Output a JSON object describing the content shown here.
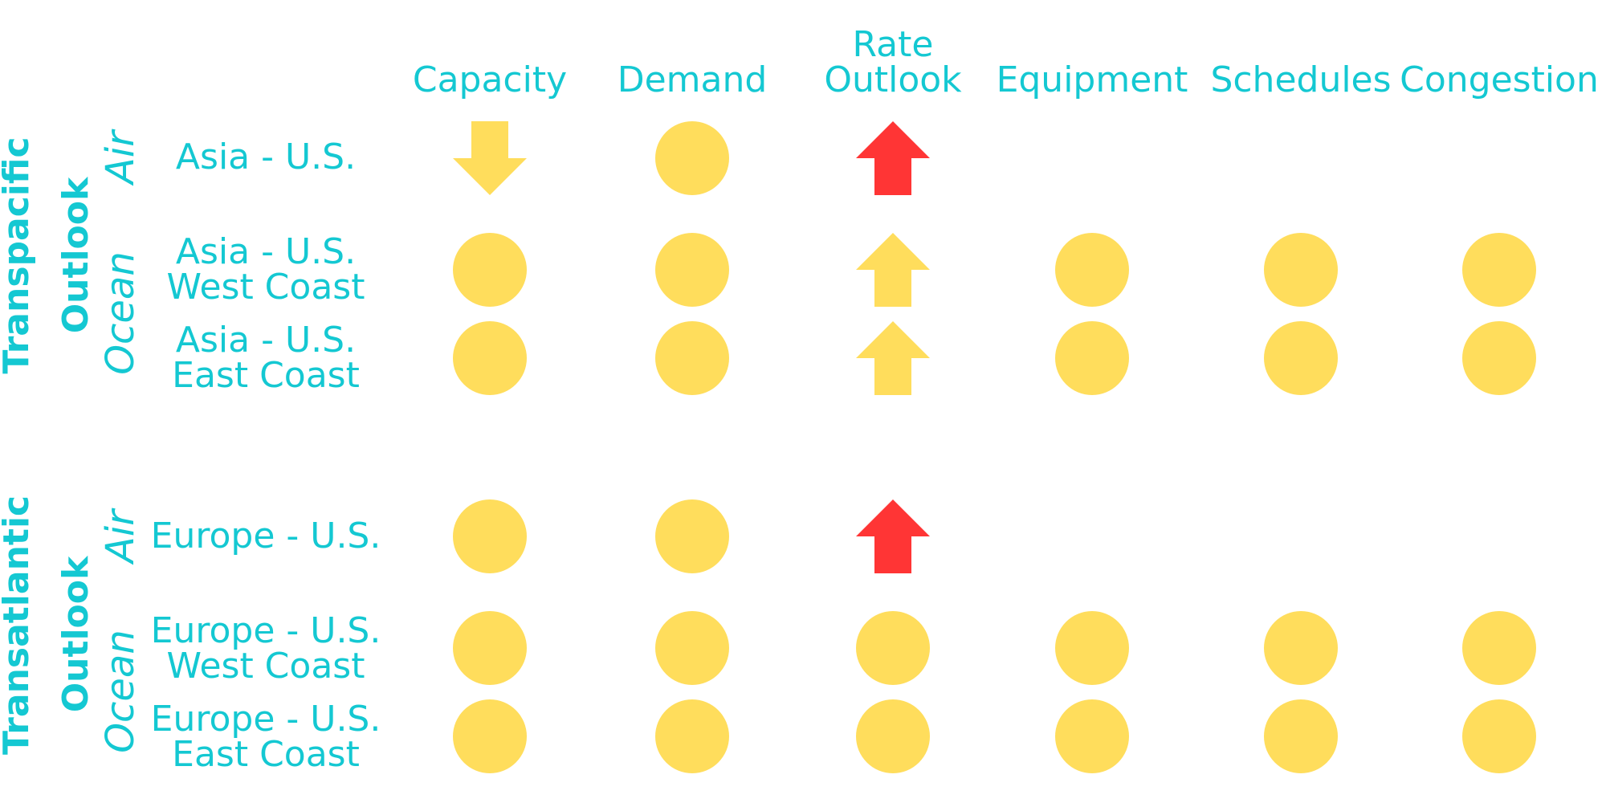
{
  "colors": {
    "text": "#14c8d2",
    "neutral": "#ffdd5c",
    "alert": "#ff3535"
  },
  "columns": [
    "Capacity",
    "Demand",
    "Rate Outlook",
    "Equipment",
    "Schedules",
    "Congestion"
  ],
  "sections": [
    {
      "title": "Transpacific Outlook",
      "groups": [
        {
          "mode": "Air",
          "rows": [
            {
              "route": "Asia - U.S.",
              "indicators": [
                {
                  "shape": "arrow-down",
                  "color": "neutral"
                },
                {
                  "shape": "circle",
                  "color": "neutral"
                },
                {
                  "shape": "arrow-up",
                  "color": "alert"
                },
                null,
                null,
                null
              ]
            }
          ]
        },
        {
          "mode": "Ocean",
          "rows": [
            {
              "route": "Asia - U.S. West Coast",
              "indicators": [
                {
                  "shape": "circle",
                  "color": "neutral"
                },
                {
                  "shape": "circle",
                  "color": "neutral"
                },
                {
                  "shape": "arrow-up",
                  "color": "neutral"
                },
                {
                  "shape": "circle",
                  "color": "neutral"
                },
                {
                  "shape": "circle",
                  "color": "neutral"
                },
                {
                  "shape": "circle",
                  "color": "neutral"
                }
              ]
            },
            {
              "route": "Asia - U.S. East Coast",
              "indicators": [
                {
                  "shape": "circle",
                  "color": "neutral"
                },
                {
                  "shape": "circle",
                  "color": "neutral"
                },
                {
                  "shape": "arrow-up",
                  "color": "neutral"
                },
                {
                  "shape": "circle",
                  "color": "neutral"
                },
                {
                  "shape": "circle",
                  "color": "neutral"
                },
                {
                  "shape": "circle",
                  "color": "neutral"
                }
              ]
            }
          ]
        }
      ]
    },
    {
      "title": "Transatlantic Outlook",
      "groups": [
        {
          "mode": "Air",
          "rows": [
            {
              "route": "Europe - U.S.",
              "indicators": [
                {
                  "shape": "circle",
                  "color": "neutral"
                },
                {
                  "shape": "circle",
                  "color": "neutral"
                },
                {
                  "shape": "arrow-up",
                  "color": "alert"
                },
                null,
                null,
                null
              ]
            }
          ]
        },
        {
          "mode": "Ocean",
          "rows": [
            {
              "route": "Europe - U.S. West Coast",
              "indicators": [
                {
                  "shape": "circle",
                  "color": "neutral"
                },
                {
                  "shape": "circle",
                  "color": "neutral"
                },
                {
                  "shape": "circle",
                  "color": "neutral"
                },
                {
                  "shape": "circle",
                  "color": "neutral"
                },
                {
                  "shape": "circle",
                  "color": "neutral"
                },
                {
                  "shape": "circle",
                  "color": "neutral"
                }
              ]
            },
            {
              "route": "Europe - U.S. East Coast",
              "indicators": [
                {
                  "shape": "circle",
                  "color": "neutral"
                },
                {
                  "shape": "circle",
                  "color": "neutral"
                },
                {
                  "shape": "circle",
                  "color": "neutral"
                },
                {
                  "shape": "circle",
                  "color": "neutral"
                },
                {
                  "shape": "circle",
                  "color": "neutral"
                },
                {
                  "shape": "circle",
                  "color": "neutral"
                }
              ]
            }
          ]
        }
      ]
    }
  ]
}
